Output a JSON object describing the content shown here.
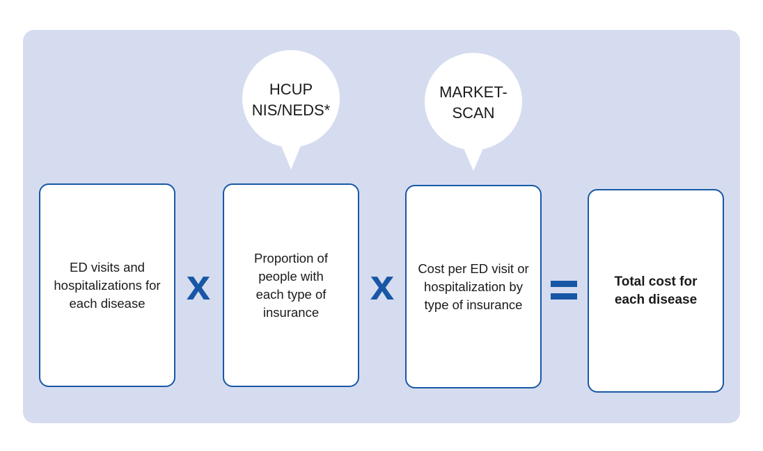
{
  "boxes": [
    {
      "label": "ED visits and\nhospitalizations for\neach disease",
      "bold": false
    },
    {
      "label": "Proportion of\npeople with\neach type of\ninsurance",
      "bold": false
    },
    {
      "label": "Cost per ED visit or\nhospitalization by\ntype of insurance",
      "bold": false
    },
    {
      "label": "Total cost for\neach disease",
      "bold": true
    }
  ],
  "operators": [
    "x",
    "x",
    "="
  ],
  "callouts": [
    {
      "label": "HCUP\nNIS/NEDS*",
      "points_to": "Proportion of people with each type of insurance"
    },
    {
      "label": "MARKET-\nSCAN",
      "points_to": "Cost per ED visit or hospitalization by type of insurance"
    }
  ],
  "colors": {
    "panel_background": "#d6dcef",
    "accent": "#1757a6",
    "box_fill": "#ffffff",
    "bubble_fill": "#ffffff"
  }
}
